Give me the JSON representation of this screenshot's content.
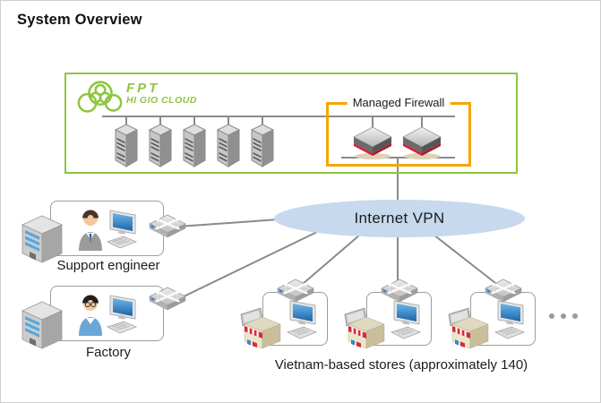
{
  "title": "System Overview",
  "cloud": {
    "brand": "FPT",
    "product": "HI GIO CLOUD",
    "firewall_label": "Managed Firewall"
  },
  "vpn": {
    "label": "Internet VPN"
  },
  "groups": {
    "support": {
      "label": "Support engineer"
    },
    "factory": {
      "label": "Factory"
    },
    "stores": {
      "label": "Vietnam-based stores (approximately 140)"
    }
  },
  "colors": {
    "green": "#8dc63f",
    "orange": "#f6a604",
    "vpn_fill": "#c7d9ec",
    "line": "#8a8a8a"
  }
}
